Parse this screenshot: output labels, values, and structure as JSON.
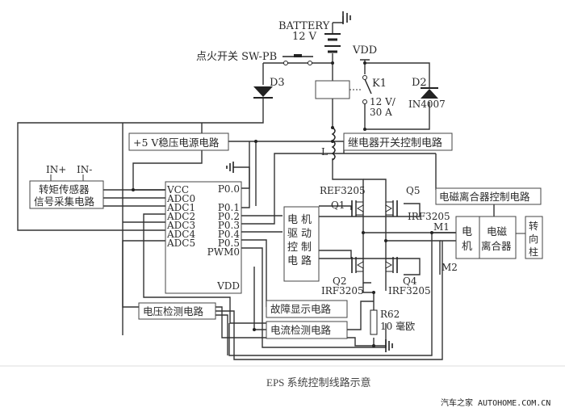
{
  "diagram": {
    "caption": "EPS 系统控制线路示意",
    "watermark": "汽车之家  AUTOHOME.COM.CN",
    "battery": {
      "label": "BATTERY",
      "voltage": "12 V"
    },
    "ignition_switch": "点火开关 SW-PB",
    "vdd_label": "VDD",
    "relay": {
      "name": "K1",
      "rating_line1": "12 V/",
      "rating_line2": "30 A"
    },
    "diodes": {
      "d3": "D3",
      "d2": "D2",
      "d2_part": "IN4007"
    },
    "inductor": "L",
    "blocks": {
      "regulator": "+5 V稳压电源电路",
      "relay_ctrl": "继电器开关控制电路",
      "torque_sensor_line1": "转矩传感器",
      "torque_sensor_line2": "信号采集电路",
      "motor_drive": [
        "电",
        "机",
        "驱",
        "动",
        "控",
        "制",
        "电",
        "路"
      ],
      "clutch_ctrl": "电磁离合器控制电路",
      "motor": [
        "电",
        "机"
      ],
      "clutch_line1": "电磁",
      "clutch_line2": "离合器",
      "steering_column": [
        "转",
        "向",
        "柱"
      ],
      "voltage_detect": "电压检测电路",
      "fault_display": "故障显示电路",
      "current_detect": "电流检测电路"
    },
    "sensor_inputs": {
      "plus": "IN+",
      "minus": "IN-"
    },
    "mcu": {
      "left_pins": [
        "VCC",
        "ADC0",
        "ADC1",
        "ADC2",
        "ADC3",
        "ADC4",
        "ADC5"
      ],
      "right_pins": [
        "P0.0",
        "P0.1",
        "P0.2",
        "P0.3",
        "P0.4",
        "P0.5",
        "PWM0"
      ],
      "bottom_pin": "VDD"
    },
    "transistors": {
      "q1": "Q1",
      "q1_part": "REF3205",
      "q5": "Q5",
      "q5_part": "IRF3205",
      "q2": "Q2",
      "q2_part": "IRF3205",
      "q4": "Q4",
      "q4_part": "IRF3205"
    },
    "motor_terminals": {
      "m1": "M1",
      "m2": "M2"
    },
    "resistor": {
      "name": "R62",
      "value": "10 毫欧"
    }
  }
}
